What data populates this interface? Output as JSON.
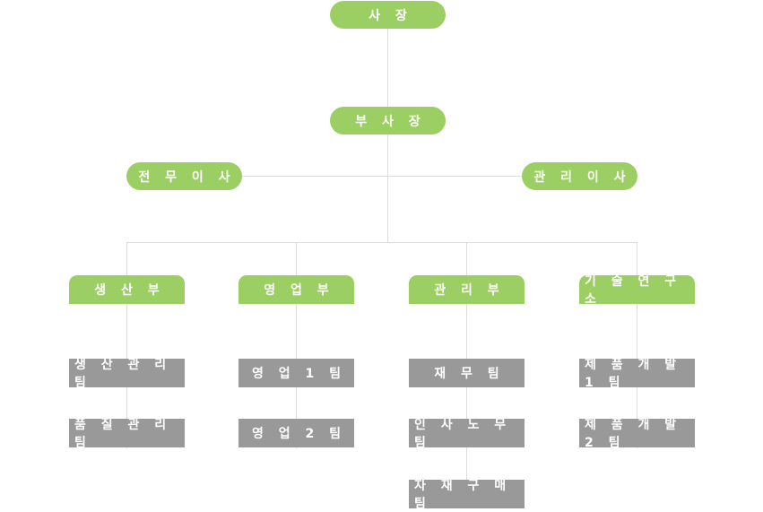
{
  "colors": {
    "executive": "#9ccf63",
    "department": "#9ccf63",
    "team": "#999999",
    "line": "#dcdcdc"
  },
  "ceo": "사 장",
  "vice_president": "부 사 장",
  "directors": [
    "전 무 이 사",
    "관 리 이 사"
  ],
  "departments": [
    {
      "name": "생 산 부",
      "teams": [
        "생 산 관 리 팀",
        "품 질 관 리 팀"
      ]
    },
    {
      "name": "영 업 부",
      "teams": [
        "영 업 1 팀",
        "영 업 2 팀"
      ]
    },
    {
      "name": "관 리 부",
      "teams": [
        "재 무 팀",
        "인 사 노 무 팀",
        "자 재 구 매 팀"
      ]
    },
    {
      "name": "기 술 연 구 소",
      "teams": [
        "제 품 개 발 1 팀",
        "제 품 개 발 2 팀"
      ]
    }
  ]
}
